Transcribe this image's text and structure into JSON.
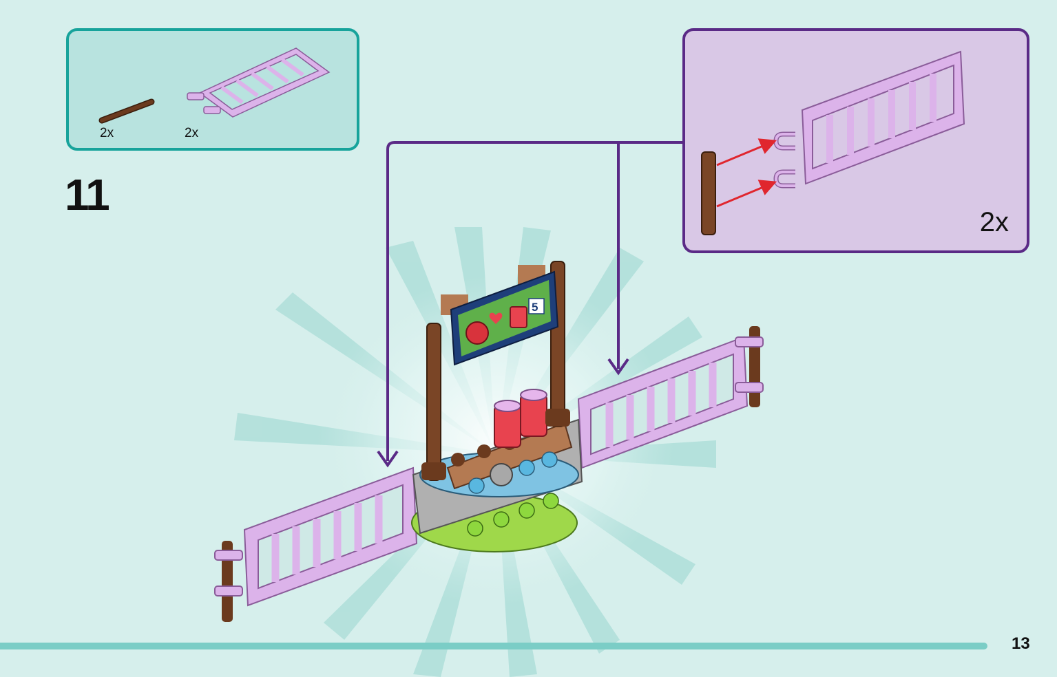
{
  "step": {
    "number": "11"
  },
  "parts": [
    {
      "name": "brown-bar",
      "quantity": "2x"
    },
    {
      "name": "lavender-fence",
      "quantity": "2x"
    }
  ],
  "callout": {
    "quantity": "2x"
  },
  "sign": {
    "label": "5"
  },
  "page": {
    "number": "13"
  },
  "colors": {
    "background": "#d6efec",
    "parts_border": "#17a39b",
    "callout_border": "#5a2a86",
    "fence": "#dcb3ea",
    "brown": "#6b3a1e",
    "arrow_red": "#e0262e",
    "progress": "#7bcdc6"
  }
}
